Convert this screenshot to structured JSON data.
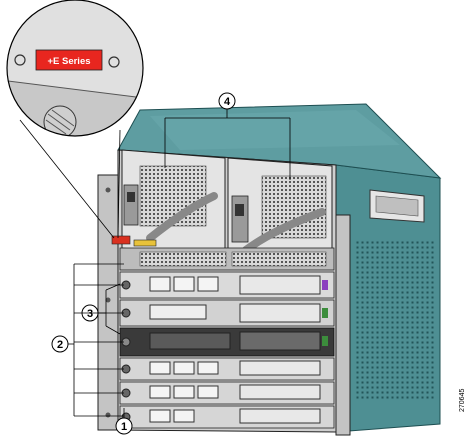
{
  "badge": {
    "text": "+E Series",
    "color": "#e8261f"
  },
  "callouts": [
    {
      "id": "1",
      "label": "1"
    },
    {
      "id": "2",
      "label": "2"
    },
    {
      "id": "3",
      "label": "3"
    },
    {
      "id": "4",
      "label": "4"
    }
  ],
  "figure_id": "270645",
  "colors": {
    "chassis_teal": "#4e8f93",
    "chassis_dark": "#2f6a6e",
    "metal_light": "#e3e3e3",
    "metal_mid": "#bdbdbd"
  }
}
